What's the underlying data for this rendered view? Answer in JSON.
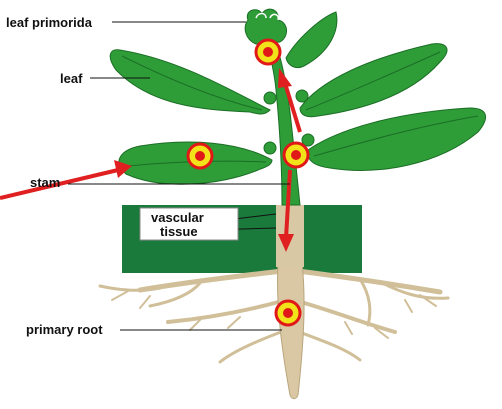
{
  "labels": {
    "leaf_primordia": "leaf primorida",
    "leaf": "leaf",
    "stem": "stam",
    "vascular_line1": "vascular",
    "vascular_line2": "tissue",
    "primary_root": "primary root"
  },
  "colors": {
    "leaf_green": "#2e9d38",
    "leaf_dark": "#1b6e25",
    "soil_box": "#1a7a3c",
    "root": "#d9c8a3",
    "arrow": "#e02020",
    "marker_outer": "#e01818",
    "marker_inner": "#f2e21a"
  }
}
